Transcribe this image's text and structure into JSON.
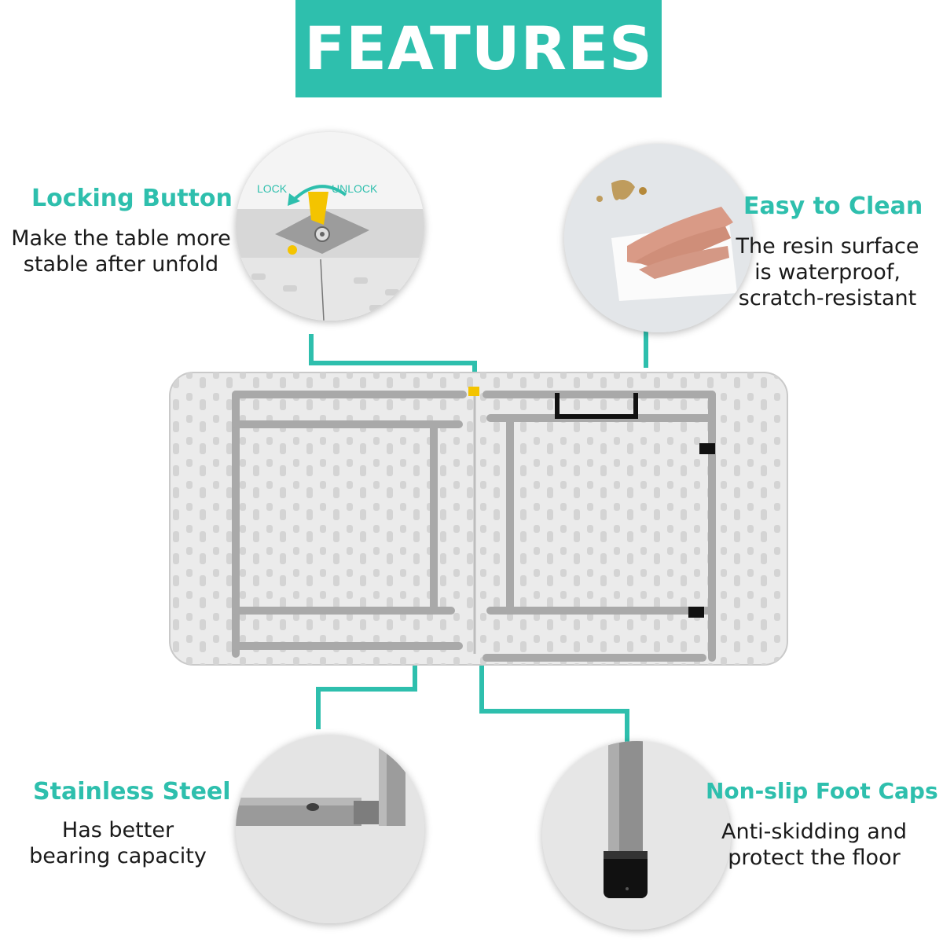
{
  "banner": {
    "title": "FEATURES",
    "color": "#2ebfad"
  },
  "features": {
    "locking_button": {
      "title": "Locking Button",
      "description": "Make the table more\nstable after unfold",
      "inset_labels": {
        "lock": "LOCK",
        "unlock": "UNLOCK"
      }
    },
    "easy_to_clean": {
      "title": "Easy to Clean",
      "description": "The resin surface\n is waterproof,\nscratch-resistant"
    },
    "stainless_steel": {
      "title": "Stainless Steel",
      "description": "Has better\nbearing capacity"
    },
    "foot_caps": {
      "title": "Non-slip Foot Caps",
      "description": "Anti-skidding and\nprotect the  floor"
    }
  },
  "colors": {
    "accent": "#2ebfad",
    "frame": "#a9a9a9",
    "table_surface": "#ebebeb",
    "foot_cap": "#111111"
  },
  "icons": {
    "lock_arrow": "curved-arrow-icon",
    "lock_lever": "yellow-lever-icon"
  }
}
